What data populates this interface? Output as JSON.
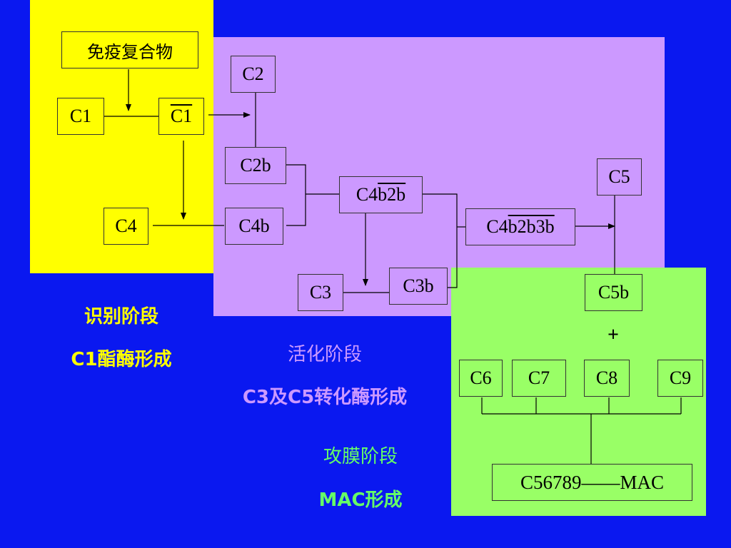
{
  "colors": {
    "background": "#0a18f0",
    "recognition_region": "#ffff00",
    "activation_region": "#cc99ff",
    "attack_region": "#99ff66",
    "recognition_text": "#ffff00",
    "activation_text": "#cc99ff",
    "attack_text": "#66ff66"
  },
  "nodes": {
    "immune_complex": "免疫复合物",
    "c1": "C1",
    "c1_active": "C1",
    "c4": "C4",
    "c2": "C2",
    "c2b": "C2b",
    "c4b": "C4b",
    "c4b2b": {
      "prefix": "C4",
      "over": "b2b"
    },
    "c3": "C3",
    "c3b": "C3b",
    "c4b2b3b": {
      "prefix": "C4",
      "over": "b2b3b"
    },
    "c5": "C5",
    "c5b": "C5b",
    "plus": "+",
    "c6": "C6",
    "c7": "C7",
    "c8": "C8",
    "c9": "C9",
    "mac": "C56789——MAC"
  },
  "captions": {
    "recognition": {
      "line1": "识别阶段",
      "line2": "C1酯酶形成"
    },
    "activation": {
      "line1": "活化阶段",
      "line2": "C3及C5转化酶形成"
    },
    "attack": {
      "line1": "攻膜阶段",
      "line2": "MAC形成"
    }
  }
}
